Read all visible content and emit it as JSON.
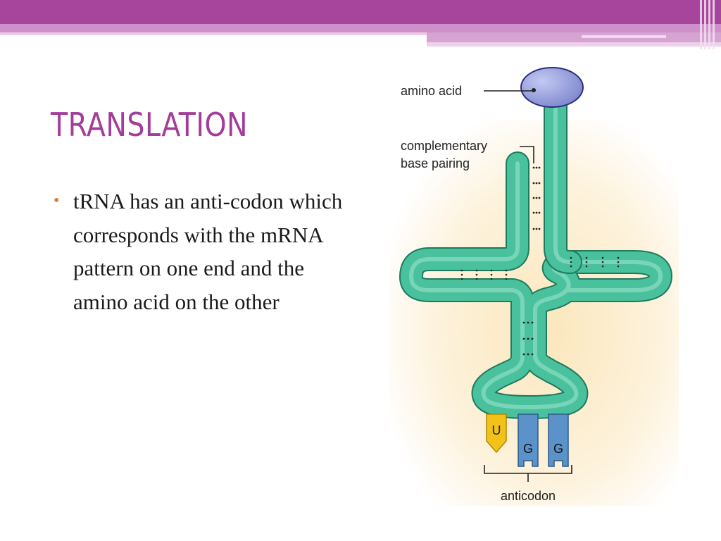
{
  "slide": {
    "title": "TRANSLATION",
    "bullets": [
      "tRNA has an anti-codon which corresponds with the mRNA pattern on one end and the amino acid on the other"
    ]
  },
  "diagram": {
    "labels": {
      "amino_acid": "amino acid",
      "complementary_line1": "complementary",
      "complementary_line2": "base pairing",
      "anticodon": "anticodon"
    },
    "bases": [
      "U",
      "G",
      "G"
    ],
    "colors": {
      "accent": "#a23e99",
      "trna_tube": "#4fc4a0",
      "amino_acid": "#9aa4e0",
      "base_u": "#f2c21b",
      "base_g": "#5b92c9",
      "background_glow": "#fbecc9"
    }
  }
}
